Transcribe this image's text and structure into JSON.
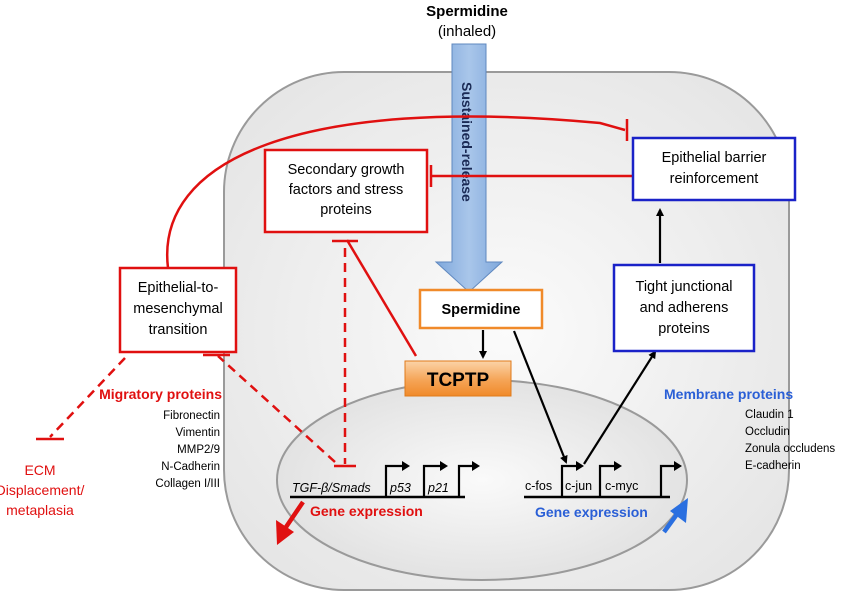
{
  "title": "Spermidine",
  "subtitle": "(inhaled)",
  "sustained_release": "Sustained-release",
  "boxes": {
    "secondary": [
      "Secondary growth",
      "factors and stress",
      "proteins"
    ],
    "barrier": [
      "Epithelial barrier",
      "reinforcement"
    ],
    "emt": [
      "Epithelial-to-",
      "mesenchymal",
      "transition"
    ],
    "spermidine_inner": "Spermidine",
    "tcptp": "TCPTP",
    "tight": [
      "Tight junctional",
      "and adherens",
      "proteins"
    ]
  },
  "migratory": {
    "heading": "Migratory proteins",
    "items": [
      "Fibronectin",
      "Vimentin",
      "MMP2/9",
      "N-Cadherin",
      "Collagen I/III"
    ]
  },
  "membrane": {
    "heading": "Membrane proteins",
    "items": [
      "Claudin 1",
      "Occludin",
      "Zonula occludens",
      "E-cadherin"
    ]
  },
  "ecm": [
    "ECM",
    "Displacement/",
    "metaplasia"
  ],
  "genes_left": {
    "tgf": "TGF-β/Smads",
    "p53": "p53",
    "p21": "p21",
    "expression": "Gene expression"
  },
  "genes_right": {
    "cfos": "c-fos",
    "cjun": "c-jun",
    "cmyc": "c-myc",
    "expression": "Gene expression"
  },
  "colors": {
    "red": "#e01010",
    "blue": "#1a22c8",
    "blue_text": "#2a5fd6",
    "orange": "#f08a2a",
    "cell_fill": "#efefef"
  }
}
